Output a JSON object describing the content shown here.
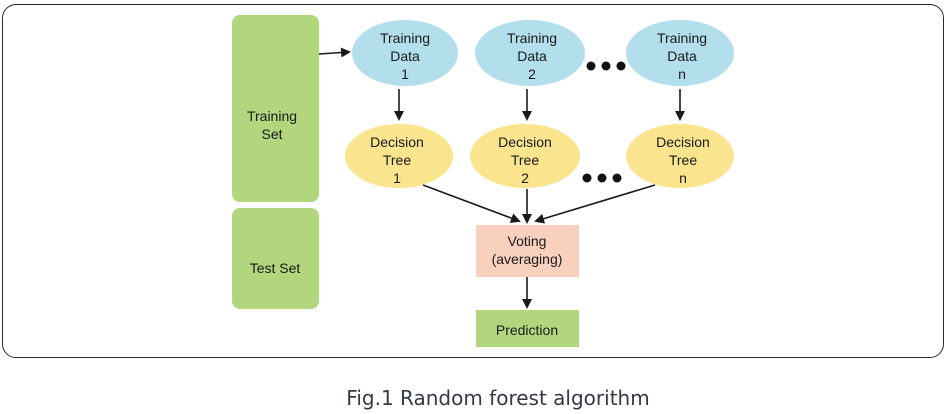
{
  "colors": {
    "set_box": "#b1d67d",
    "training_data": "#b2dfeb",
    "decision_tree": "#fbe48e",
    "voting": "#f8d0bd",
    "prediction": "#b1d67d",
    "arrow": "#1a1a1a"
  },
  "nodes": {
    "training_set": [
      "Training",
      "Set"
    ],
    "test_set": [
      "Test Set"
    ],
    "training_data_1": [
      "Training",
      "Data",
      "1"
    ],
    "training_data_2": [
      "Training",
      "Data",
      "2"
    ],
    "training_data_n": [
      "Training",
      "Data",
      "n"
    ],
    "decision_tree_1": [
      "Decision",
      "Tree",
      "1"
    ],
    "decision_tree_2": [
      "Decision",
      "Tree",
      "2"
    ],
    "decision_tree_n": [
      "Decision",
      "Tree",
      "n"
    ],
    "voting": [
      "Voting",
      "(averaging)"
    ],
    "prediction": [
      "Prediction"
    ]
  },
  "caption": "Fig.1 Random forest algorithm"
}
